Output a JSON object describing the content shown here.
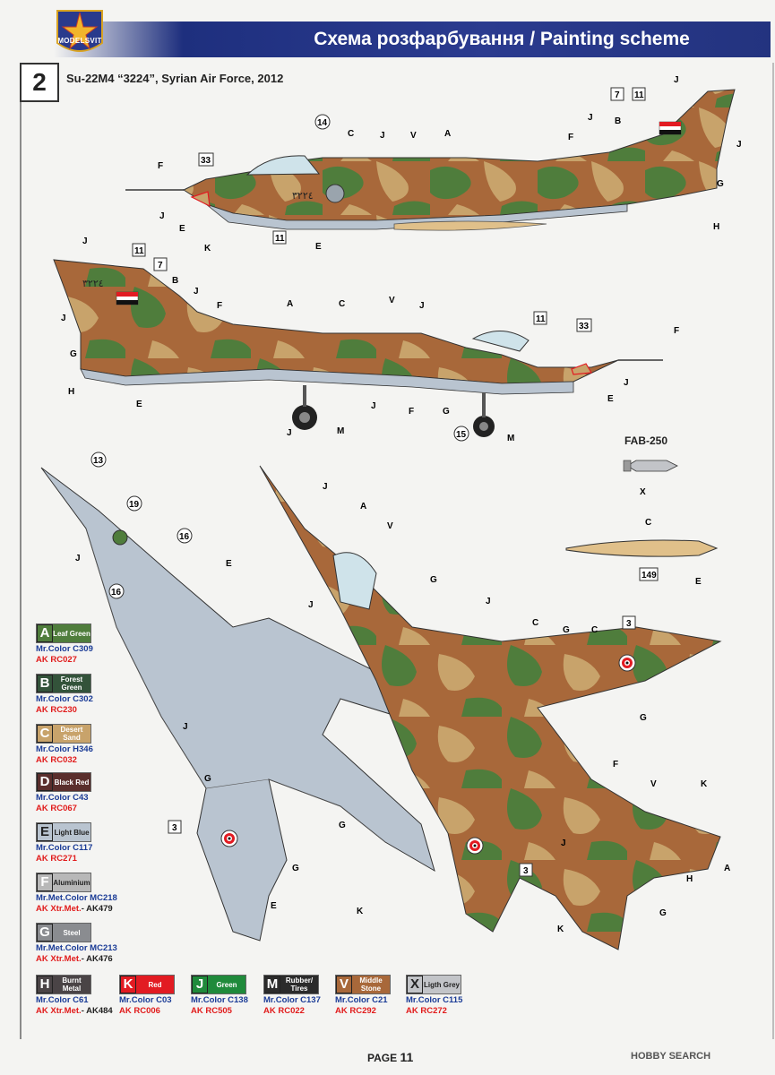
{
  "header": {
    "title": "Схема розфарбування / Painting scheme",
    "logo_text": "MODELSVIT"
  },
  "scheme": {
    "number": "2",
    "subtitle": "Su-22M4 “3224”, Syrian Air Force, 2012",
    "fab_label": "FAB-250",
    "serial_arabic": "٣٢٢٤"
  },
  "callouts": {
    "c3": "3",
    "c7": "7",
    "c11": "11",
    "c13": "13",
    "c14": "14",
    "c15": "15",
    "c16": "16",
    "c19": "19",
    "c33": "33",
    "c149": "149",
    "A": "A",
    "B": "B",
    "C": "C",
    "E": "E",
    "F": "F",
    "G": "G",
    "H": "H",
    "J": "J",
    "K": "K",
    "M": "M",
    "V": "V",
    "X": "X"
  },
  "colors": {
    "leaf_green": "#4f7d3c",
    "forest_green": "#33533a",
    "desert_sand": "#c8a36b",
    "black_red": "#5a2e2c",
    "light_blue": "#b9c4d0",
    "aluminium": "#b8b8b8",
    "steel": "#8a8c90",
    "burnt_metal": "#4a4446",
    "red": "#e21b22",
    "green": "#1f8a3b",
    "rubber_tires": "#2b2b2b",
    "middle_stone": "#a8683a",
    "light_grey": "#c2c4c8"
  },
  "swatches": [
    {
      "letter": "A",
      "name": "Leaf Green",
      "mr": "Mr.Color C309",
      "ak": "AK RC027"
    },
    {
      "letter": "B",
      "name": "Forest Green",
      "mr": "Mr.Color C302",
      "ak": "AK RC230"
    },
    {
      "letter": "C",
      "name": "Desert Sand",
      "mr": "Mr.Color H346",
      "ak": "AK RC032"
    },
    {
      "letter": "D",
      "name": "Black Red",
      "mr": "Mr.Color C43",
      "ak": "AK RC067"
    },
    {
      "letter": "E",
      "name": "Light Blue",
      "mr": "Mr.Color C117",
      "ak": "AK RC271"
    },
    {
      "letter": "F",
      "name": "Aluminium",
      "mr": "Mr.Met.Color MC218",
      "ak_prefix": "AK Xtr.Met.",
      "ak": "- AK479"
    },
    {
      "letter": "G",
      "name": "Steel",
      "mr": "Mr.Met.Color MC213",
      "ak_prefix": "AK Xtr.Met.",
      "ak": "- AK476"
    },
    {
      "letter": "H",
      "name": "Burnt Metal",
      "mr": "Mr.Color C61",
      "ak_prefix": "AK Xtr.Met.",
      "ak": "- AK484"
    },
    {
      "letter": "K",
      "name": "Red",
      "mr": "Mr.Color C03",
      "ak": "AK RC006"
    },
    {
      "letter": "J",
      "name": "Green",
      "mr": "Mr.Color C138",
      "ak": "AK RC505"
    },
    {
      "letter": "M",
      "name": "Rubber/ Tires",
      "mr": "Mr.Color C137",
      "ak": "AK RC022"
    },
    {
      "letter": "V",
      "name": "Middle Stone",
      "mr": "Mr.Color C21",
      "ak": "AK RC292"
    },
    {
      "letter": "X",
      "name": "Ligth Grey",
      "mr": "Mr.Color C115",
      "ak": "AK RC272"
    }
  ],
  "footer": {
    "page_label": "PAGE",
    "page_number": "11",
    "watermark": "HOBBY SEARCH"
  }
}
